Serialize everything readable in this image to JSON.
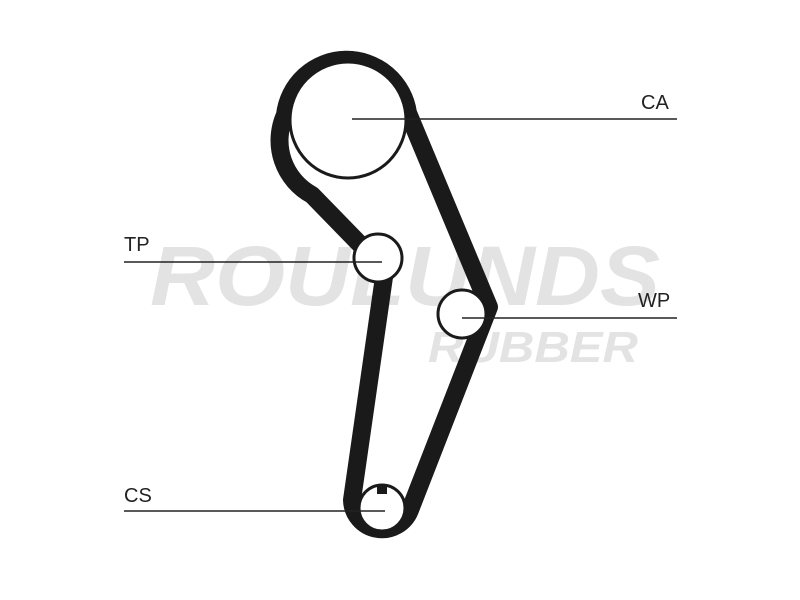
{
  "watermark": {
    "line1": "ROULUNDS",
    "line2": "RUBBER",
    "color": "#e3e3e3"
  },
  "colors": {
    "belt": "#1a1a1a",
    "pulley_stroke": "#1a1a1a",
    "leader": "#222222"
  },
  "labels": {
    "ca": "CA",
    "tp": "TP",
    "wp": "WP",
    "cs": "CS"
  }
}
